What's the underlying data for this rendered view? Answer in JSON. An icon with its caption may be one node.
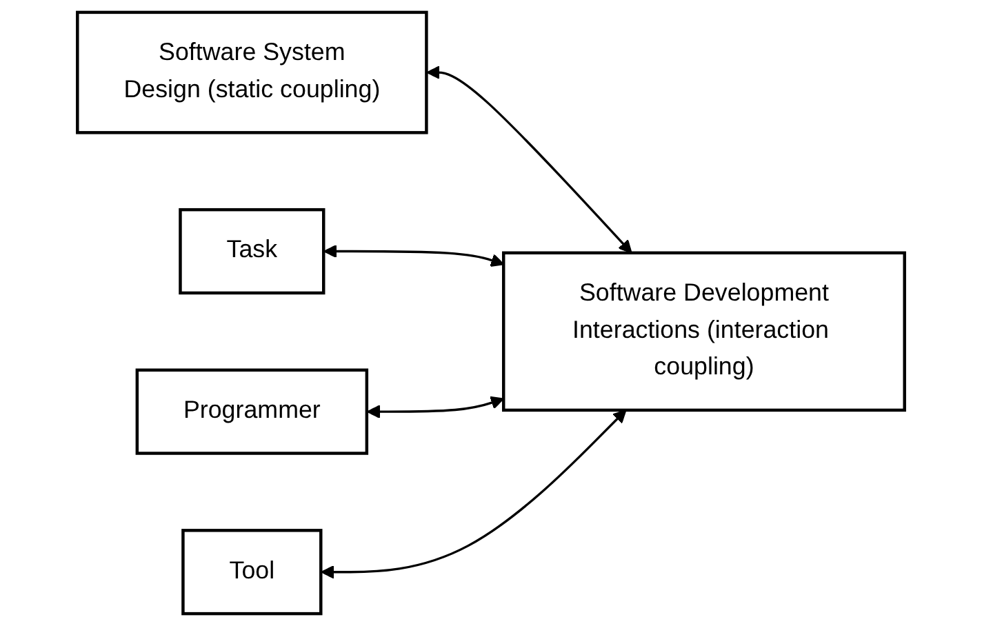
{
  "diagram": {
    "nodes": [
      {
        "text": [
          "Software System",
          "Design  (static coupling)"
        ]
      },
      {
        "text": [
          "Task"
        ]
      },
      {
        "text": [
          "Programmer"
        ]
      },
      {
        "text": [
          "Software Development",
          "Interactions (interaction coupling)"
        ]
      },
      {
        "text": [
          "Tool"
        ]
      }
    ],
    "edges": [
      {
        "from": 0,
        "to": 3,
        "arrow": "both"
      },
      {
        "from": 1,
        "to": 3,
        "arrow": "both"
      },
      {
        "from": 2,
        "to": 3,
        "arrow": "both"
      },
      {
        "from": 4,
        "to": 3,
        "arrow": "both"
      }
    ]
  }
}
